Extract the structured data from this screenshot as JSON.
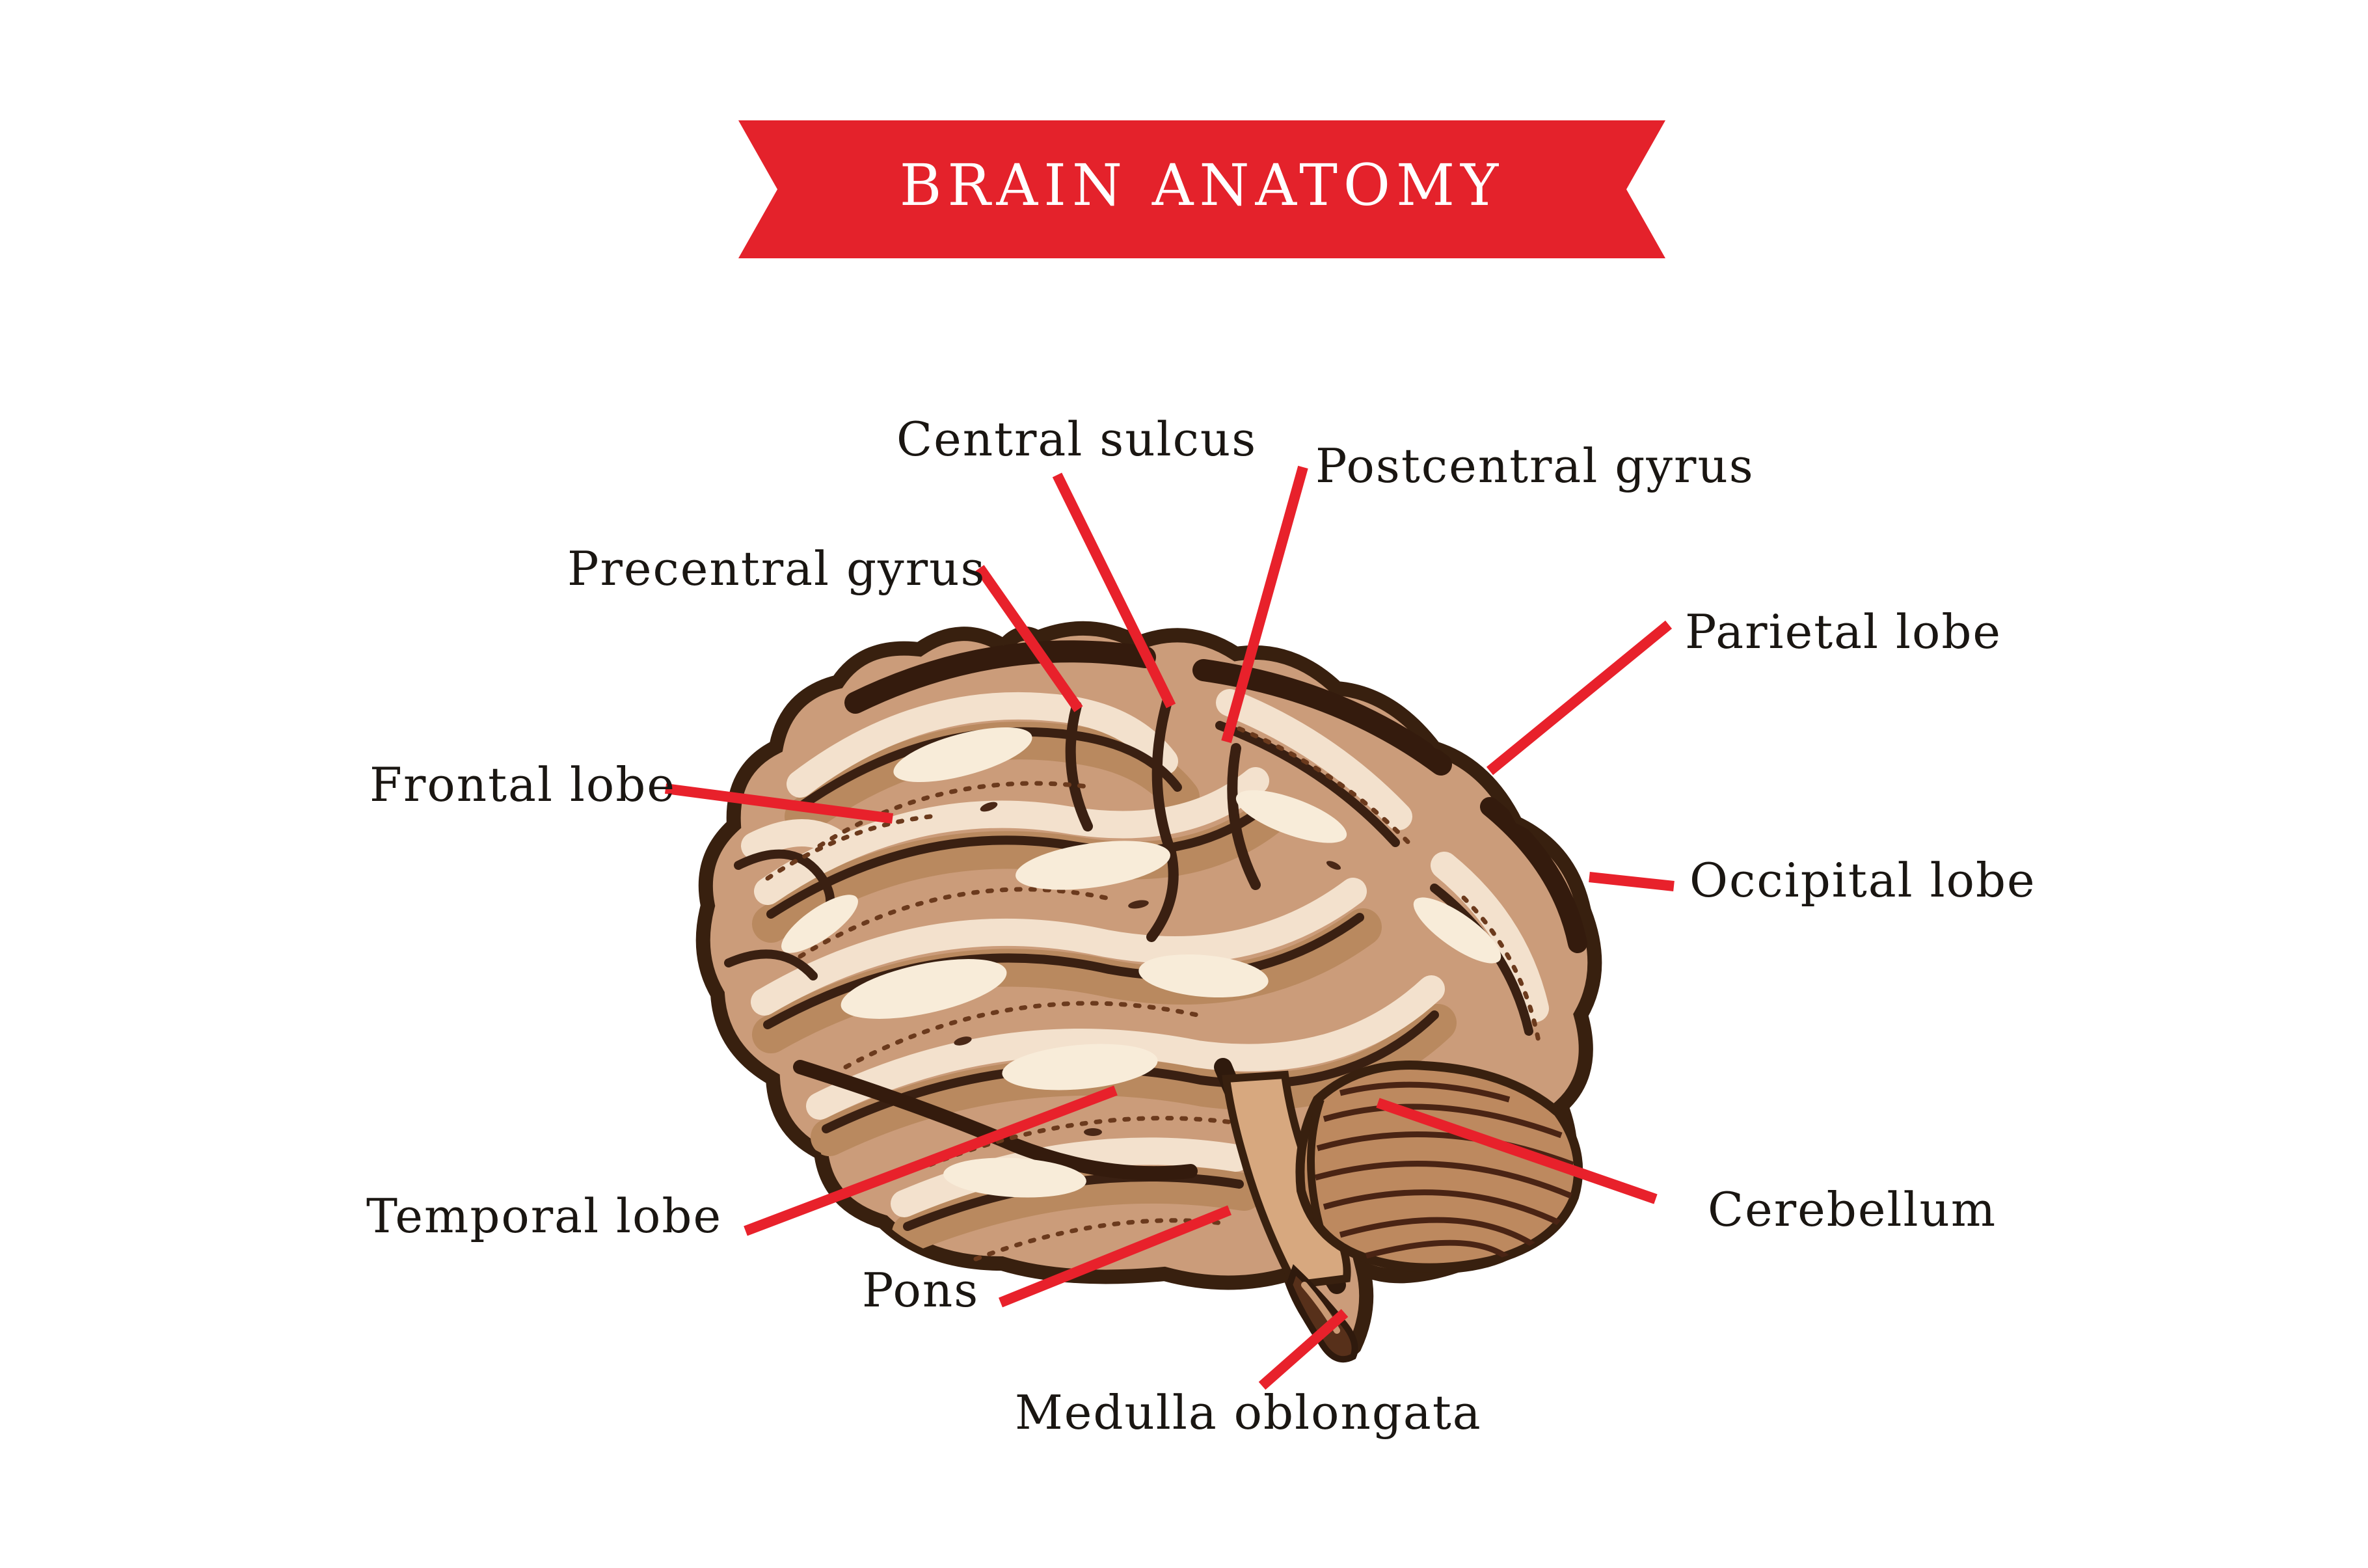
{
  "banner": {
    "title": "BRAIN ANATOMY"
  },
  "figure": {
    "name": "human-brain-lateral-view",
    "style": "engraved color sketch, sepia tones, red leader lines"
  },
  "labels": [
    {
      "id": "central-sulcus",
      "text": "Central sulcus"
    },
    {
      "id": "postcentral-gyrus",
      "text": "Postcentral gyrus"
    },
    {
      "id": "precentral-gyrus",
      "text": "Precentral gyrus"
    },
    {
      "id": "parietal-lobe",
      "text": "Parietal lobe"
    },
    {
      "id": "frontal-lobe",
      "text": "Frontal lobe"
    },
    {
      "id": "occipital-lobe",
      "text": "Occipital lobe"
    },
    {
      "id": "temporal-lobe",
      "text": "Temporal lobe"
    },
    {
      "id": "cerebellum",
      "text": "Cerebellum"
    },
    {
      "id": "pons",
      "text": "Pons"
    },
    {
      "id": "medulla-oblongata",
      "text": "Medulla oblongata"
    }
  ],
  "palette": {
    "banner_red": "#e4222b",
    "leader_red": "#e8212b",
    "label_text": "#1a1612",
    "paper": "#ffffff",
    "brain_base": "#cb9c7a",
    "brain_cream": "#f3e1cd",
    "brain_highlight": "#f8ecd9",
    "brain_shadow_tan": "#b9895f",
    "outline_dark": "#38200f",
    "deep_shadow": "#341b0d",
    "cerebellum_fill": "#bd895f",
    "stem_fill": "#d7a87f"
  }
}
